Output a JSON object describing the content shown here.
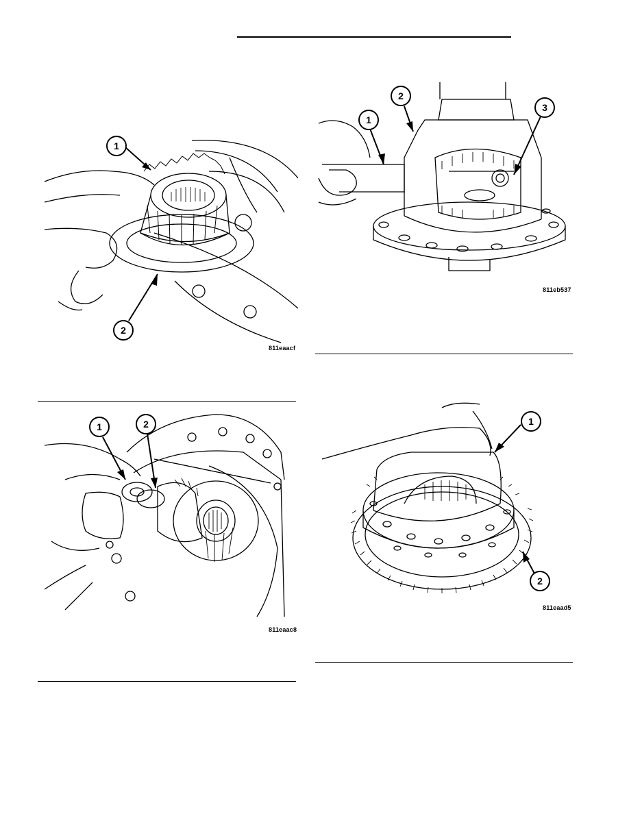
{
  "figures": [
    {
      "code": "811eaacf",
      "callouts": [
        "1",
        "2"
      ]
    },
    {
      "code": "811eb537",
      "callouts": [
        "1",
        "2",
        "3"
      ]
    },
    {
      "code": "811eaac8",
      "callouts": [
        "1",
        "2"
      ]
    },
    {
      "code": "811eaad5",
      "callouts": [
        "1",
        "2"
      ]
    }
  ]
}
